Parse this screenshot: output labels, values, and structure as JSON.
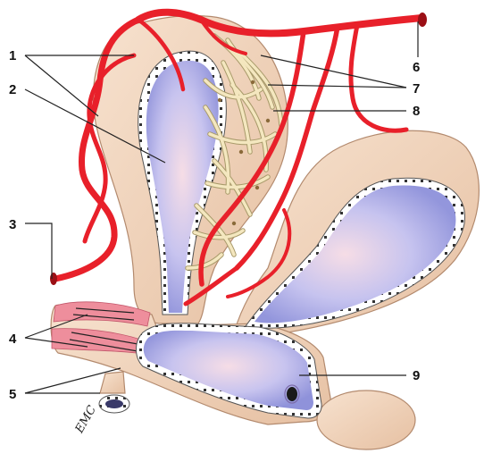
{
  "labels": {
    "l1": "1",
    "l2": "2",
    "l3": "3",
    "l4": "4",
    "l5": "5",
    "l6": "6",
    "l7": "7",
    "l8": "8",
    "l9": "9"
  },
  "signature": "EMC",
  "colors": {
    "artery": "#e8202a",
    "wall": "#f1d4bc",
    "lumen": "#b3b5ea",
    "lymph": "#f3e6bd",
    "muscle": "#ef8f9e"
  }
}
